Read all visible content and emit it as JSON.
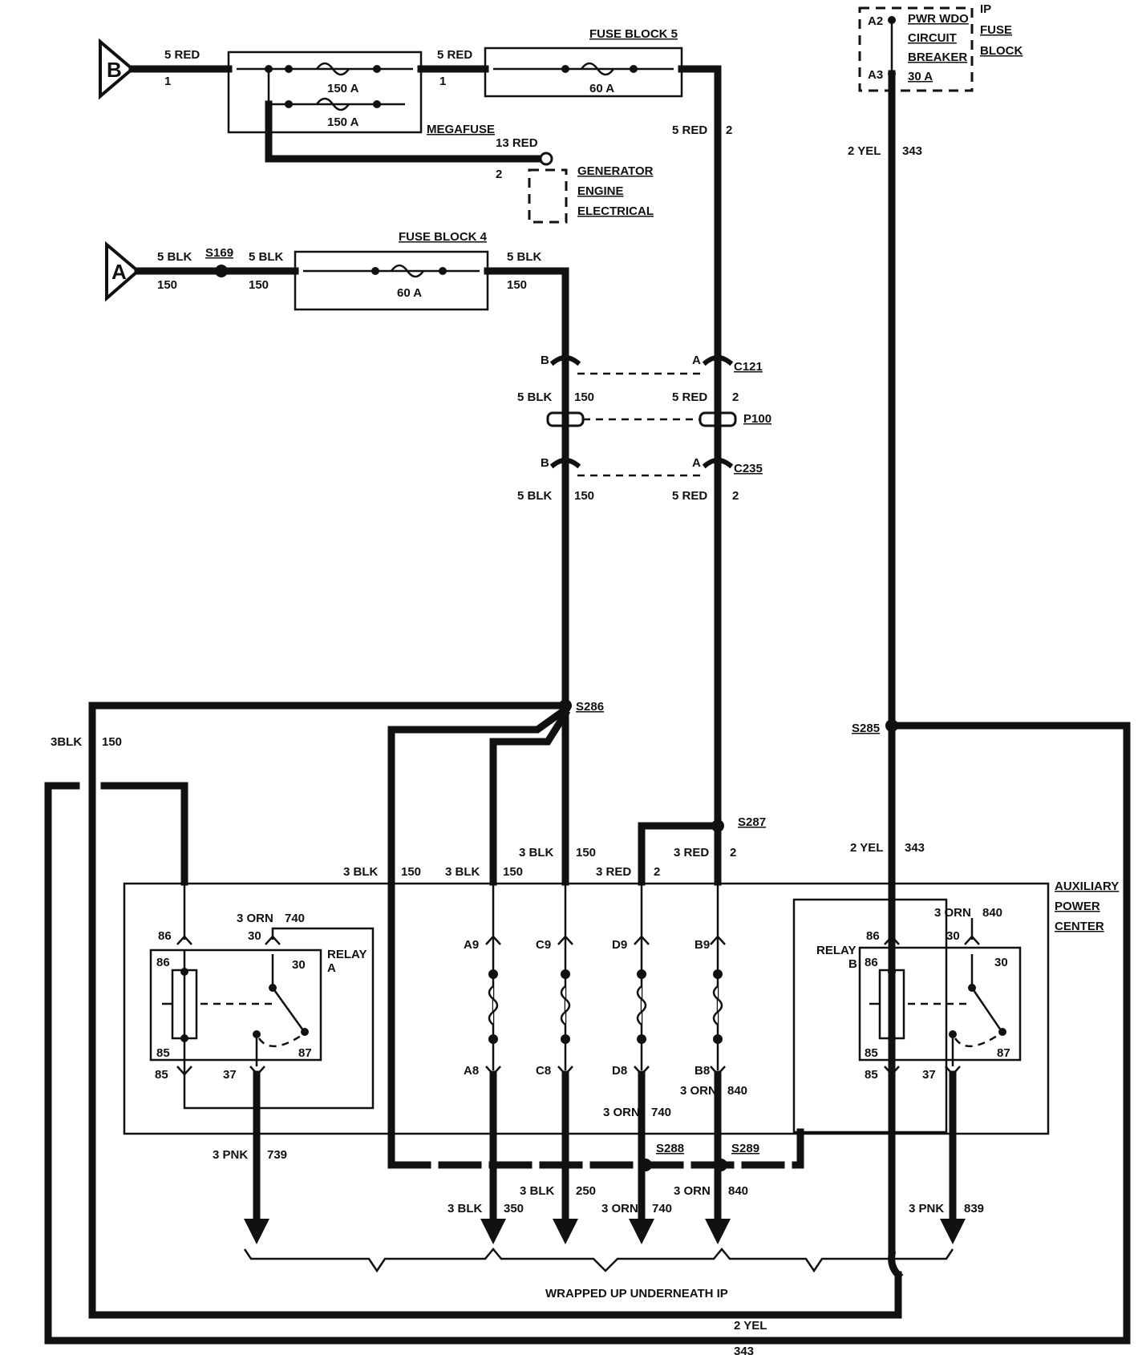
{
  "terminals": {
    "b": "B",
    "a": "A"
  },
  "megafuse": {
    "title": "MEGAFUSE",
    "fuse1": "150 A",
    "fuse2": "150 A",
    "in_wire": "5 RED",
    "in_circuit": "1",
    "out_wire": "5 RED",
    "out_circuit": "1",
    "gen_wire": "13 RED",
    "gen_circuit": "2"
  },
  "fuse_block_5": {
    "title": "FUSE BLOCK 5",
    "rating": "60 A",
    "out_wire": "5 RED",
    "out_circuit": "2"
  },
  "generator": {
    "line1": "GENERATOR",
    "line2": "ENGINE",
    "line3": "ELECTRICAL"
  },
  "fuse_block_4": {
    "title": "FUSE BLOCK 4",
    "rating": "60 A"
  },
  "a_feed": {
    "w1": "5 BLK",
    "c1": "150",
    "splice": "S169",
    "w2": "5 BLK",
    "c2": "150",
    "w3": "5 BLK",
    "c3": "150"
  },
  "ip_fuse_block": {
    "pin_a2": "A2",
    "pin_a3": "A3",
    "cb1": "PWR WDO",
    "cb2": "CIRCUIT",
    "cb3": "BREAKER",
    "cb4": "30 A",
    "t1": "IP",
    "t2": "FUSE",
    "t3": "BLOCK",
    "out_wire": "2 YEL",
    "out_circuit": "343"
  },
  "connectors": {
    "c121": "C121",
    "p100": "P100",
    "c235": "C235",
    "pin_b": "B",
    "pin_a": "A",
    "blk_wire": "5 BLK",
    "blk_circuit": "150",
    "red_wire": "5 RED",
    "red_circuit": "2"
  },
  "splices": {
    "s286": "S286",
    "s285": "S285",
    "s287": "S287",
    "s288": "S288",
    "s289": "S289"
  },
  "wires": {
    "left_blk": "3BLK",
    "left_blk_c": "150",
    "blk1": "3 BLK",
    "blk1_c": "150",
    "blk2": "3 BLK",
    "blk2_c": "150",
    "blk3": "3 BLK",
    "blk3_c": "150",
    "red_d": "3 RED",
    "red_d_c": "2",
    "red_b": "3 RED",
    "red_b_c": "2",
    "yel": "2 YEL",
    "yel_c": "343",
    "orn_a": "3 ORN",
    "orn_a_c": "740",
    "orn_b": "3 ORN",
    "orn_b_c": "840",
    "orn_d8": "3 ORN",
    "orn_d8_c": "740",
    "orn_b8": "3 ORN",
    "orn_b8_c": "840",
    "pnk_a": "3 PNK",
    "pnk_a_c": "739",
    "pnk_b": "3 PNK",
    "pnk_b_c": "839",
    "out_blk350": "3 BLK",
    "out_blk350_c": "350",
    "out_blk250": "3 BLK",
    "out_blk250_c": "250",
    "out_orn740": "3 ORN",
    "out_orn740_c": "740",
    "out_orn840": "3 ORN",
    "out_orn840_c": "840",
    "bottom_yel": "2 YEL",
    "bottom_yel_c": "343"
  },
  "apc": {
    "l1": "AUXILIARY",
    "l2": "POWER",
    "l3": "CENTER",
    "pins_top": [
      "A9",
      "C9",
      "D9",
      "B9"
    ],
    "pins_bottom": [
      "A8",
      "C8",
      "D8",
      "B8"
    ]
  },
  "relay_a": {
    "label": "RELAY",
    "letter": "A",
    "p86": "86",
    "p85": "85",
    "p30": "30",
    "p87": "87",
    "p37": "37"
  },
  "relay_b": {
    "label": "RELAY",
    "letter": "B",
    "p86": "86",
    "p85": "85",
    "p30": "30",
    "p87": "87",
    "p37": "37"
  },
  "footer": {
    "note": "WRAPPED UP UNDERNEATH IP"
  }
}
